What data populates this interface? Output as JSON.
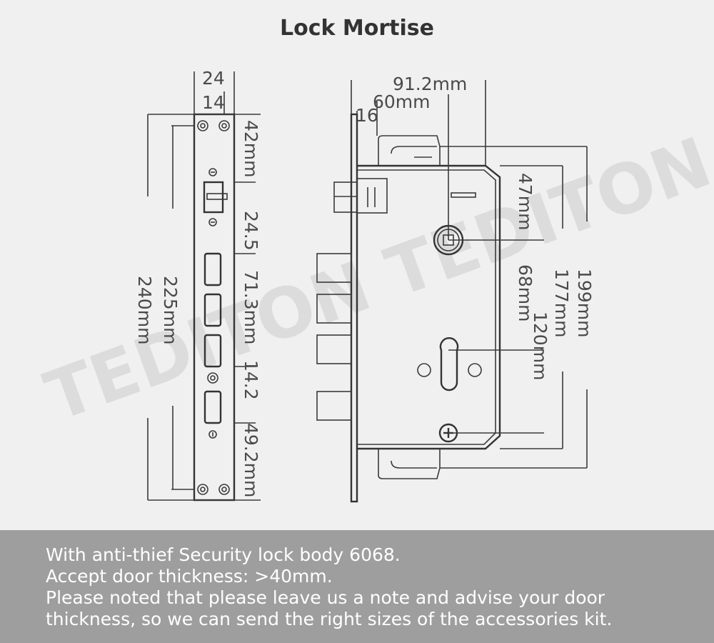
{
  "title": "Lock Mortise",
  "watermark": "TEDITON TEDITON",
  "faceplate_dims": {
    "d24": "24",
    "d14": "14",
    "d42": "42mm",
    "d24_5": "24.5",
    "d71_3": "71.3mm",
    "d14_2": "14.2",
    "d49_2": "49.2mm",
    "d225": "225mm",
    "d240": "240mm"
  },
  "body_dims": {
    "d91_2": "91.2mm",
    "d60": "60mm",
    "d16": "16",
    "d47": "47mm",
    "d68": "68mm",
    "d120": "120mm",
    "d177": "177mm",
    "d199": "199mm"
  },
  "info": {
    "lines": [
      "With anti-thief Security lock body 6068.",
      "Accept door thickness: >40mm.",
      "Please noted that please leave us a note and advise your door",
      "thickness, so we can send the right sizes of the accessories kit."
    ]
  }
}
